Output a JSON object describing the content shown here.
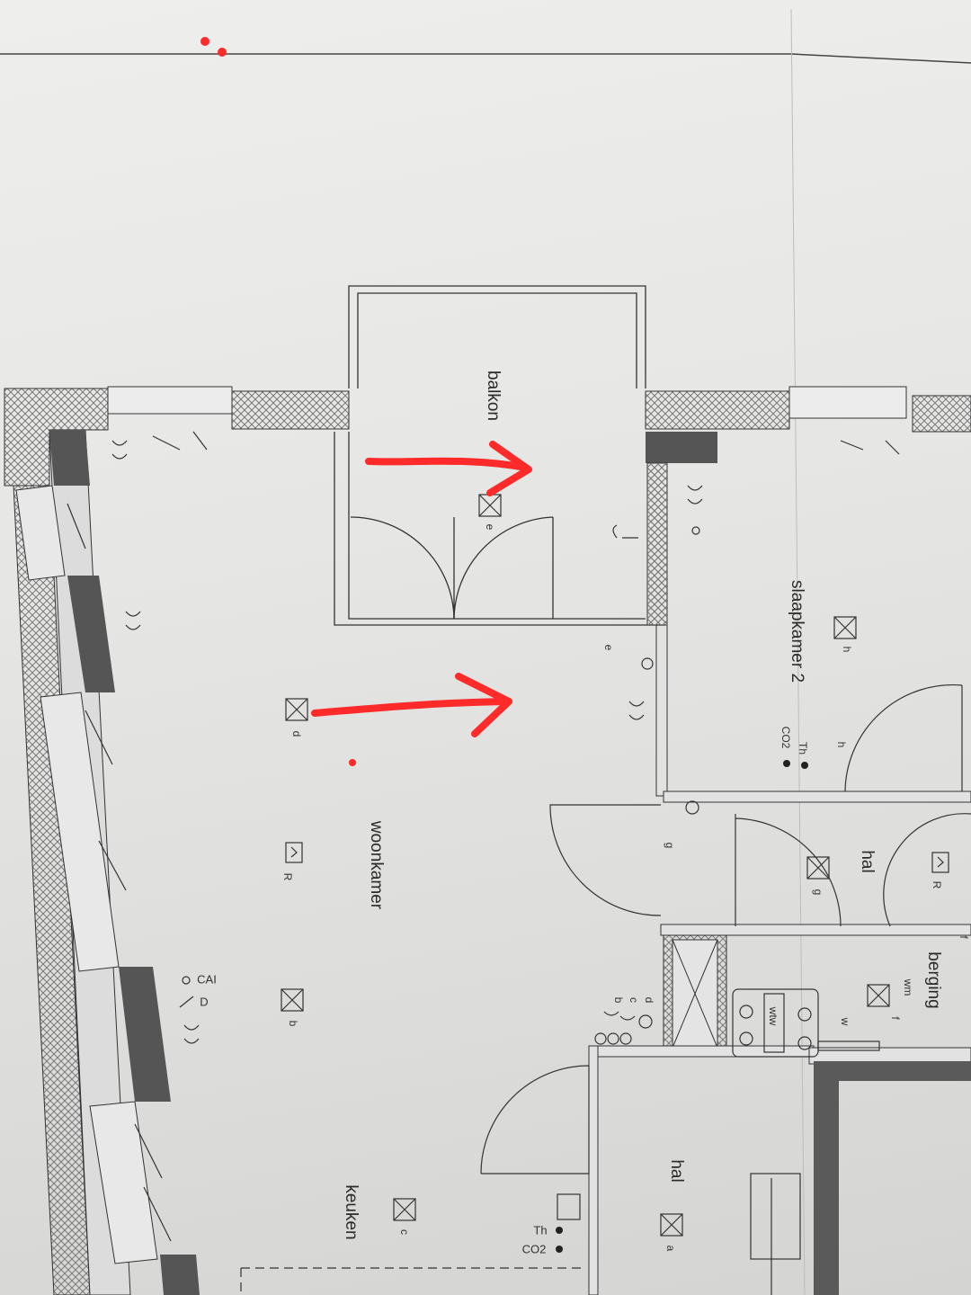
{
  "rooms": {
    "balkon": "balkon",
    "slaapkamer": "slaapkamer 2",
    "woonkamer": "woonkamer",
    "hal_top": "hal",
    "berging": "berging",
    "hal_bottom": "hal",
    "keuken": "keuken"
  },
  "symbols": {
    "e1": "e",
    "e2": "e",
    "h1": "h",
    "h2": "h",
    "d": "d",
    "b": "b",
    "c": "c",
    "a": "a",
    "g1": "g",
    "g2": "g",
    "f1": "f",
    "f2": "f",
    "R1": "R",
    "R2": "R",
    "CAI": "CAI",
    "D": "D",
    "Th1": "Th",
    "CO2a": "CO2",
    "Th2": "Th",
    "CO2b": "CO2",
    "dcb_d": "d",
    "dcb_c": "c",
    "dcb_b": "b",
    "wm": "wm",
    "wtw": "wtw",
    "w": "w"
  },
  "colors": {
    "annotation": "#ff2a2a",
    "line": "#3a3a3a",
    "hatch": "#8a8a8a",
    "dark_fill": "#5a5a5a"
  }
}
